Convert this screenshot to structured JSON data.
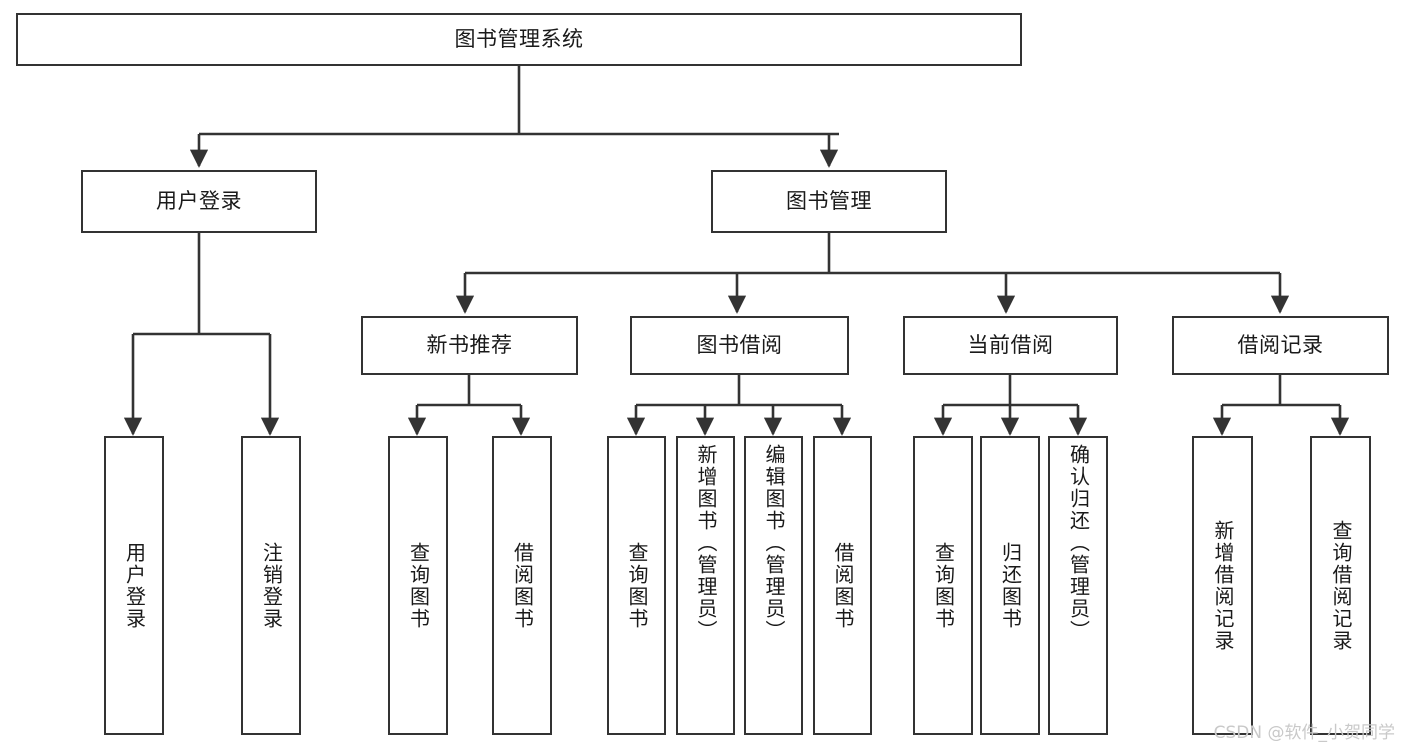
{
  "diagram": {
    "title": "图书管理系统",
    "type": "tree-hierarchy-chart",
    "root": {
      "id": "root",
      "label": "图书管理系统"
    },
    "level2": [
      {
        "id": "user-login",
        "label": "用户登录"
      },
      {
        "id": "book-manage",
        "label": "图书管理"
      }
    ],
    "level3": [
      {
        "id": "new-book-recommend",
        "label": "新书推荐",
        "parent": "book-manage"
      },
      {
        "id": "book-borrow",
        "label": "图书借阅",
        "parent": "book-manage"
      },
      {
        "id": "current-borrow",
        "label": "当前借阅",
        "parent": "book-manage"
      },
      {
        "id": "borrow-record",
        "label": "借阅记录",
        "parent": "book-manage"
      }
    ],
    "leaves": [
      {
        "id": "leaf-user-login",
        "label": "用户登录",
        "parent": "user-login"
      },
      {
        "id": "leaf-logout-login",
        "label": "注销登录",
        "parent": "user-login"
      },
      {
        "id": "leaf-query-book-1",
        "label": "查询图书",
        "parent": "new-book-recommend"
      },
      {
        "id": "leaf-borrow-book-1",
        "label": "借阅图书",
        "parent": "new-book-recommend"
      },
      {
        "id": "leaf-query-book-2",
        "label": "查询图书",
        "parent": "book-borrow"
      },
      {
        "id": "leaf-add-book",
        "label": "新增图书（管理员）",
        "parent": "book-borrow"
      },
      {
        "id": "leaf-edit-book",
        "label": "编辑图书（管理员）",
        "parent": "book-borrow"
      },
      {
        "id": "leaf-borrow-book-2",
        "label": "借阅图书",
        "parent": "book-borrow"
      },
      {
        "id": "leaf-query-book-3",
        "label": "查询图书",
        "parent": "current-borrow"
      },
      {
        "id": "leaf-return-book",
        "label": "归还图书",
        "parent": "current-borrow"
      },
      {
        "id": "leaf-confirm-return",
        "label": "确认归还（管理员）",
        "parent": "current-borrow"
      },
      {
        "id": "leaf-add-record",
        "label": "新增借阅记录",
        "parent": "borrow-record"
      },
      {
        "id": "leaf-query-record",
        "label": "查询借阅记录",
        "parent": "borrow-record"
      }
    ],
    "watermark": "CSDN @软件_小贺同学",
    "colors": {
      "border": "#333333",
      "text": "#1a1a1a",
      "background": "#ffffff",
      "watermark": "#c9c9c9"
    }
  }
}
